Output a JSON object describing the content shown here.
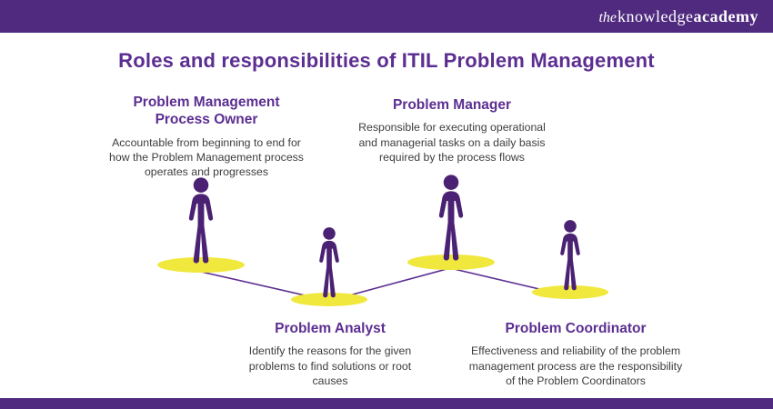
{
  "header": {
    "logo_the": "the",
    "logo_knowledge": "knowledge",
    "logo_academy": "academy"
  },
  "title": "Roles and responsibilities of ITIL Problem Management",
  "roles": [
    {
      "heading": "Problem Management Process Owner",
      "description": "Accountable from beginning to end for how the Problem Management process operates and progresses"
    },
    {
      "heading": "Problem Manager",
      "description": "Responsible for executing operational and managerial tasks on a daily basis required by the process flows"
    },
    {
      "heading": "Problem Analyst",
      "description": "Identify the reasons for the given problems to find solutions or root causes"
    },
    {
      "heading": "Problem Coordinator",
      "description": "Effectiveness and reliability of the problem management process are the responsibility of the Problem Coordinators"
    }
  ],
  "colors": {
    "bar": "#4F2A7F",
    "accent": "#5C2E91",
    "figure": "#4A2173",
    "ellipse": "#F0E83D",
    "text": "#3D3D3D"
  }
}
